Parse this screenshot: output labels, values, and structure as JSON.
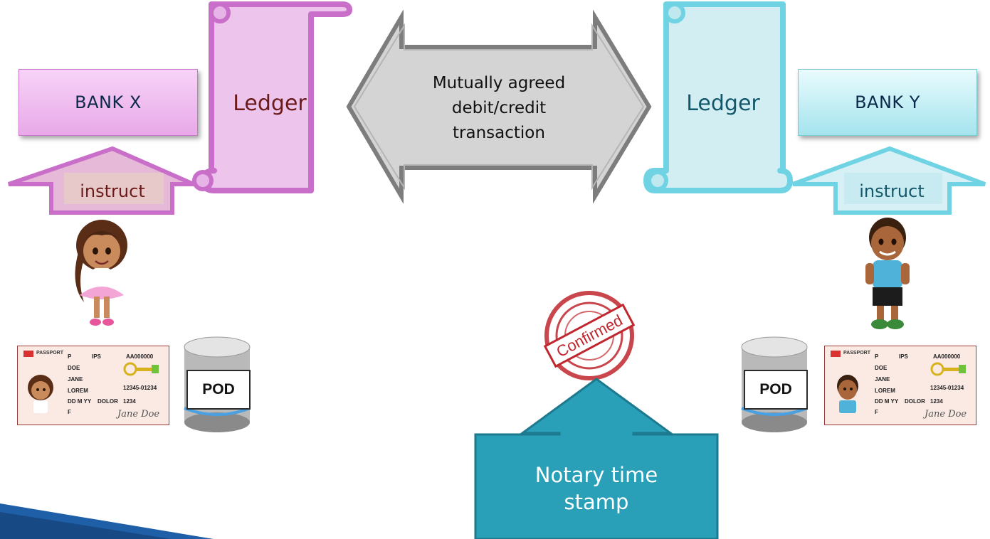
{
  "bank_x": {
    "label": "BANK X",
    "ledger": "Ledger",
    "instruct": "instruct"
  },
  "bank_y": {
    "label": "BANK Y",
    "ledger": "Ledger",
    "instruct": "instruct"
  },
  "center_arrow": {
    "line1": "Mutually agreed",
    "line2": "debit/credit",
    "line3": "transaction"
  },
  "stamp": {
    "text": "Confirmed"
  },
  "notary": {
    "line1": "Notary time",
    "line2": "stamp"
  },
  "pod": {
    "left": "POD",
    "right": "POD"
  },
  "passport": {
    "header": "PASSPORT",
    "type_value": "P",
    "country_value": "IPS",
    "passport_no": "AA000000",
    "surname": "DOE",
    "given_names": "JANE",
    "nationality": "LOREM",
    "record_no": "12345-01234",
    "dob": "DD M YY",
    "place_of_birth": "DOLOR",
    "authority": "1234",
    "sex": "F",
    "signature": "Jane Doe"
  },
  "colors": {
    "bank_x_accent": "#c96fc9",
    "bank_y_accent": "#6fd3e3",
    "ledger_x_text": "#6b1a1a",
    "ledger_y_text": "#13586a",
    "notary": "#2a9fb8",
    "stamp": "#c0262d"
  }
}
